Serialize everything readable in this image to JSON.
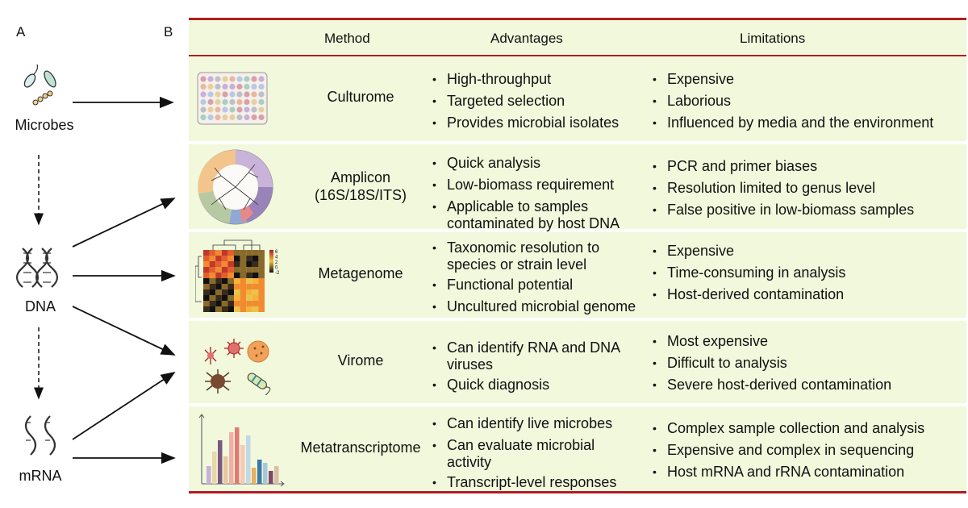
{
  "panels": {
    "a": "A",
    "b": "B"
  },
  "left": {
    "microbes": "Microbes",
    "dna": "DNA",
    "mrna": "mRNA"
  },
  "header": {
    "method": "Method",
    "advantages": "Advantages",
    "limitations": "Limitations"
  },
  "rows": [
    {
      "method": "Culturome",
      "thumbnail_icon": "well-plate-icon",
      "advantages": [
        "High-throughput",
        "Targeted selection",
        "Provides microbial isolates"
      ],
      "limitations": [
        "Expensive",
        "Laborious",
        "Influenced by media and the environment"
      ]
    },
    {
      "method": "Amplicon\n(16S/18S/ITS)",
      "thumbnail_icon": "phylogenetic-tree-icon",
      "advantages": [
        "Quick analysis",
        "Low-biomass requirement",
        "Applicable to samples\ncontaminated by host DNA"
      ],
      "limitations": [
        "PCR and primer biases",
        "Resolution limited to genus level",
        "False positive in low-biomass samples"
      ]
    },
    {
      "method": "Metagenome",
      "thumbnail_icon": "heatmap-icon",
      "advantages": [
        "Taxonomic resolution to\nspecies or strain level",
        "Functional potential",
        "Uncultured microbial genome"
      ],
      "limitations": [
        "Expensive",
        "Time-consuming in analysis",
        "Host-derived contamination"
      ]
    },
    {
      "method": "Virome",
      "thumbnail_icon": "virus-icon",
      "advantages": [
        "Can identify RNA and DNA\nviruses",
        "Quick diagnosis"
      ],
      "limitations": [
        "Most expensive",
        "Difficult to analysis",
        "Severe host-derived contamination"
      ]
    },
    {
      "method": "Metatranscriptome",
      "thumbnail_icon": "bar-chart-icon",
      "advantages": [
        "Can identify live microbes",
        "Can evaluate microbial\nactivity",
        "Transcript-level responses"
      ],
      "limitations": [
        "Complex sample collection and analysis",
        "Expensive and complex in sequencing",
        "Host mRNA and rRNA contamination"
      ]
    }
  ],
  "colors": {
    "rule": "#b01e1e",
    "row_bg": "#f1f8dc",
    "arrow": "#111111"
  },
  "heatmap_scale": [
    "6",
    "4",
    "2",
    "0",
    "-2"
  ]
}
